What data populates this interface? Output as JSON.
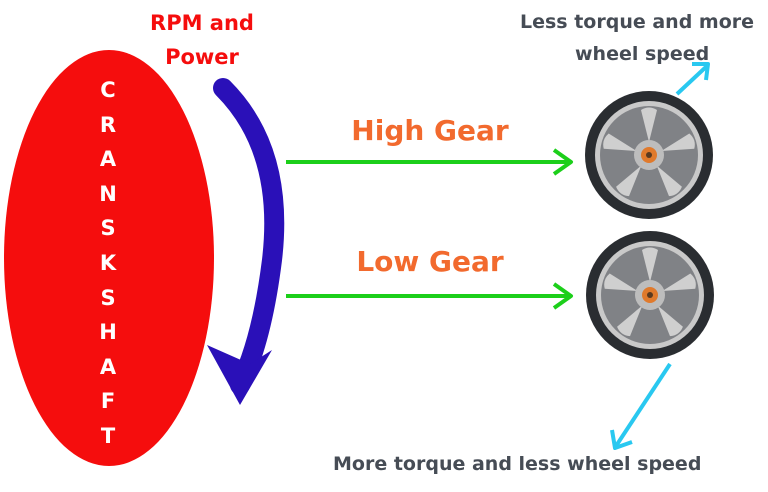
{
  "crankshaft": {
    "letters": [
      "C",
      "R",
      "A",
      "N",
      "S",
      "K",
      "S",
      "H",
      "A",
      "F",
      "T"
    ],
    "color": "#f50d0d"
  },
  "rpm_label": {
    "line1": "RPM and",
    "line2": "Power",
    "color": "#f50d0d"
  },
  "rotation_arrow": {
    "color": "#2a10b8",
    "icon": "curved-down-arrow-icon"
  },
  "high_gear": {
    "label": "High Gear",
    "color": "#f26a2e"
  },
  "low_gear": {
    "label": "Low Gear",
    "color": "#f26a2e"
  },
  "gear_arrow_color": "#1ccf1a",
  "wheel_icon": "wheel-icon",
  "top_caption": {
    "line1": "Less torque and more",
    "line2": "wheel speed"
  },
  "bottom_caption": "More torque and less wheel speed",
  "pointer_color": "#29c8f0"
}
